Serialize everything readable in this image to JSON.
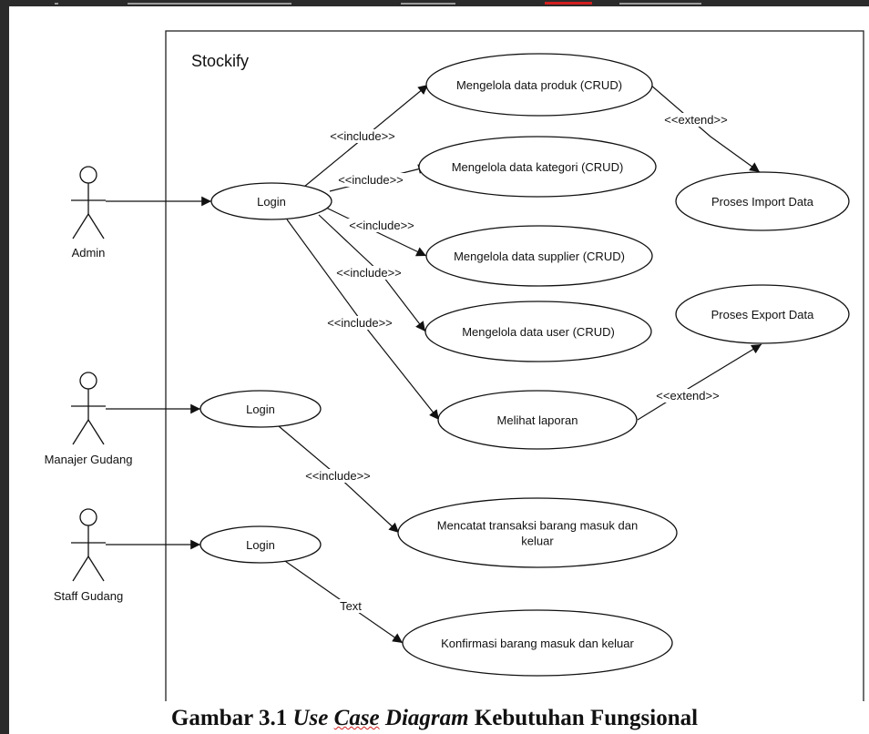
{
  "system": {
    "title": "Stockify"
  },
  "actors": [
    {
      "id": "admin",
      "label": "Admin"
    },
    {
      "id": "manajer",
      "label": "Manajer Gudang"
    },
    {
      "id": "staff",
      "label": "Staff Gudang"
    }
  ],
  "use_cases": [
    {
      "id": "login_admin",
      "lines": [
        "Login"
      ]
    },
    {
      "id": "login_manajer",
      "lines": [
        "Login"
      ]
    },
    {
      "id": "login_staff",
      "lines": [
        "Login"
      ]
    },
    {
      "id": "uc_produk",
      "lines": [
        "Mengelola data produk (CRUD)"
      ]
    },
    {
      "id": "uc_kategori",
      "lines": [
        "Mengelola data kategori (CRUD)"
      ]
    },
    {
      "id": "uc_supplier",
      "lines": [
        "Mengelola data supplier (CRUD)"
      ]
    },
    {
      "id": "uc_user",
      "lines": [
        "Mengelola data user (CRUD)"
      ]
    },
    {
      "id": "uc_laporan",
      "lines": [
        "Melihat laporan"
      ]
    },
    {
      "id": "uc_import",
      "lines": [
        "Proses Import Data"
      ]
    },
    {
      "id": "uc_export",
      "lines": [
        "Proses Export Data"
      ]
    },
    {
      "id": "uc_transaksi",
      "lines": [
        "Mencatat transaksi barang masuk dan",
        "keluar"
      ]
    },
    {
      "id": "uc_konfirmasi",
      "lines": [
        "Konfirmasi barang masuk dan keluar"
      ]
    }
  ],
  "edges": [
    {
      "id": "e_admin_login",
      "from": "admin",
      "to": "login_admin",
      "label": ""
    },
    {
      "id": "e_manajer_login",
      "from": "manajer",
      "to": "login_manajer",
      "label": ""
    },
    {
      "id": "e_staff_login",
      "from": "staff",
      "to": "login_staff",
      "label": ""
    },
    {
      "id": "e_inc_produk",
      "from": "login_admin",
      "to": "uc_produk",
      "label": "<<include>>"
    },
    {
      "id": "e_inc_kategori",
      "from": "login_admin",
      "to": "uc_kategori",
      "label": "<<include>>"
    },
    {
      "id": "e_inc_supplier",
      "from": "login_admin",
      "to": "uc_supplier",
      "label": "<<include>>"
    },
    {
      "id": "e_inc_user",
      "from": "login_admin",
      "to": "uc_user",
      "label": "<<include>>"
    },
    {
      "id": "e_inc_laporan",
      "from": "login_admin",
      "to": "uc_laporan",
      "label": "<<include>>"
    },
    {
      "id": "e_ext_import",
      "from": "uc_produk",
      "to": "uc_import",
      "label": "<<extend>>"
    },
    {
      "id": "e_ext_export",
      "from": "uc_laporan",
      "to": "uc_export",
      "label": "<<extend>>"
    },
    {
      "id": "e_inc_transaksi",
      "from": "login_manajer",
      "to": "uc_transaksi",
      "label": "<<include>>"
    },
    {
      "id": "e_text_konfirmasi",
      "from": "login_staff",
      "to": "uc_konfirmasi",
      "label": "Text"
    }
  ],
  "caption": {
    "prefix": "Gambar 3.1 ",
    "italic_a": "Use ",
    "italic_b": "Case",
    "italic_c": " Diagram",
    "suffix": " Kebutuhan Fungsional"
  }
}
